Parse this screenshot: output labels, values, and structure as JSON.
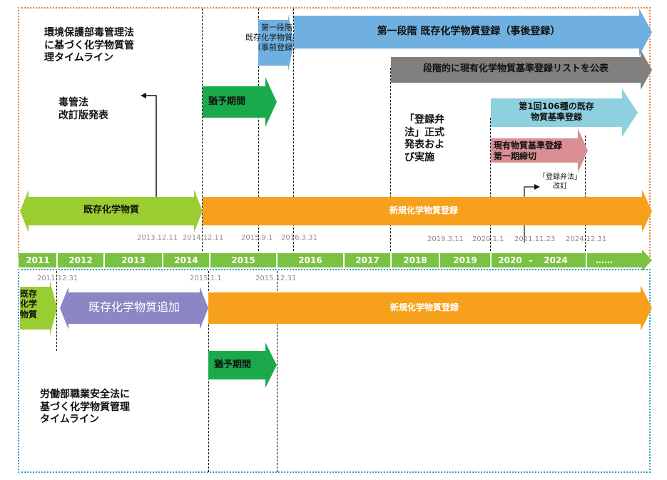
{
  "epa": {
    "title": "環境保護部毒管理法\nに基づく化学物質管\n理タイムライン",
    "note_revision": "毒管法\n改訂版発表",
    "note_law": "「登録弁\n法」正式\n発表およ\nび実施",
    "arrow_existing": "既存化学物質",
    "arrow_new": "新規化学物質登録",
    "arrow_grace": "猶予期間",
    "arrow_phase1_pre": "第一段階\n既存化学物質登録\n（事前登録）",
    "arrow_phase1_post": "第一段階 既存化学物質登録（事後登録）",
    "arrow_gradual": "段階的に現有化学物質基準登録リストを公表",
    "arrow_first106": "第1回106種の既存\n物質基準登録",
    "arrow_deadline": "現有物質基準登録\n第一期締切",
    "note_amend": "「登録弁法」\n改訂"
  },
  "dates_top": [
    "2013.12.11",
    "2014.12.11",
    "2015.9.1",
    "2016.3.31",
    "2019.3.11",
    "2020.1.1",
    "2021.11.23",
    "2024.12.31"
  ],
  "years": [
    "2011",
    "2012",
    "2013",
    "2014",
    "2015",
    "2016",
    "2017",
    "2018",
    "2019",
    "2020",
    "–",
    "2024",
    "……"
  ],
  "dates_bottom": [
    "2011.12.31",
    "2015.1.1",
    "2015.12.31"
  ],
  "osha": {
    "title": "労働部職業安全法に\n基づく化学物質管理\nタイムライン",
    "arrow_existing": "既存\n化学\n物質",
    "arrow_added": "既存化学物質追加",
    "arrow_new": "新規化学物質登録",
    "arrow_grace": "猶予期間"
  },
  "colors": {
    "green_light": "#9acd32",
    "orange": "#f7a01c",
    "green_dark": "#1aaa4b",
    "blue": "#6fb0e0",
    "gray": "#808080",
    "light_blue": "#8ecfe0",
    "pink": "#d98f94",
    "purple": "#8b86c4",
    "border_top": "#e6843a",
    "border_bottom": "#2aa3b8"
  }
}
